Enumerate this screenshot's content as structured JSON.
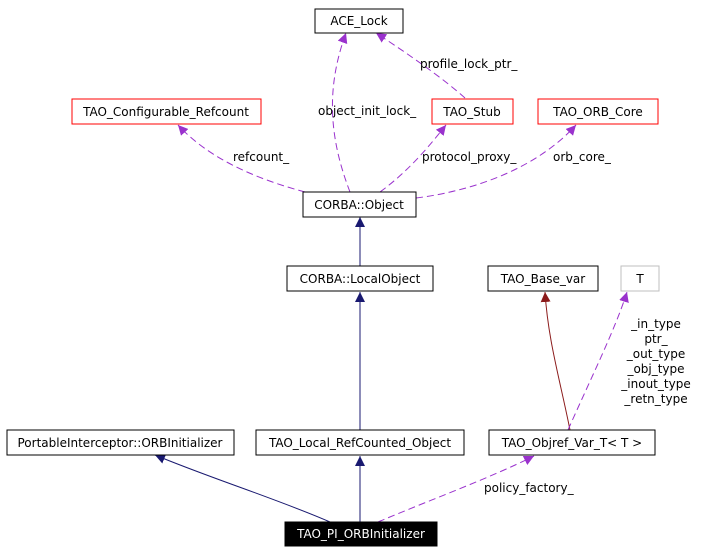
{
  "diagram": {
    "nodes": {
      "ace_lock": "ACE_Lock",
      "configurable_refcount": "TAO_Configurable_Refcount",
      "stub": "TAO_Stub",
      "orb_core": "TAO_ORB_Core",
      "corba_object": "CORBA::Object",
      "local_object": "CORBA::LocalObject",
      "base_var": "TAO_Base_var",
      "t_param": "T",
      "orb_initializer": "PortableInterceptor::ORBInitializer",
      "local_refcounted": "TAO_Local_RefCounted_Object",
      "objref_var": "TAO_Objref_Var_T< T >",
      "pi_orb_initializer": "TAO_PI_ORBInitializer"
    },
    "edge_labels": {
      "profile_lock_ptr": "profile_lock_ptr_",
      "object_init_lock": "object_init_lock_",
      "refcount": "refcount_",
      "protocol_proxy": "protocol_proxy_",
      "orb_core": "orb_core_",
      "in_type": "_in_type",
      "ptr": "ptr_",
      "out_type": "_out_type",
      "obj_type": "_obj_type",
      "inout_type": "_inout_type",
      "retn_type": "_retn_type",
      "policy_factory": "policy_factory_"
    },
    "colors": {
      "inheritance": "#191970",
      "template_instance": "#8b1a1a",
      "usage": "#9a32cd",
      "documented_border": "#000000",
      "undocumented_border": "#ff0000",
      "focus_fill": "#000000"
    }
  }
}
